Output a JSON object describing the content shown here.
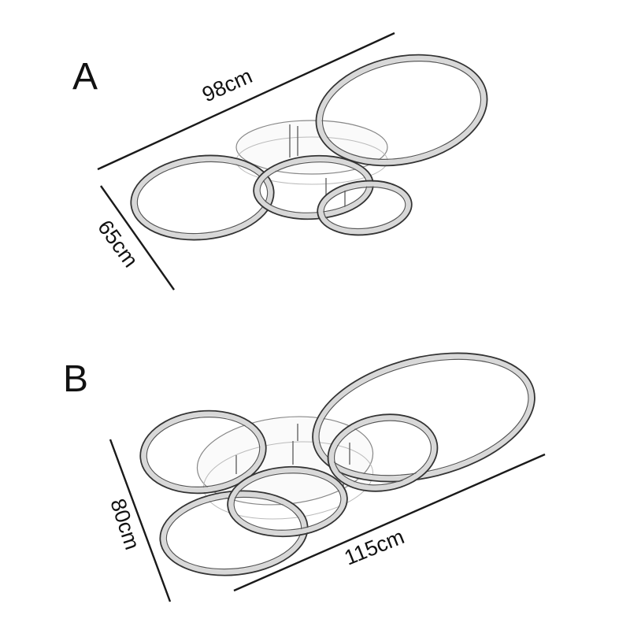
{
  "variants": [
    {
      "id": "a",
      "label": "A",
      "length_label": "98cm",
      "width_label": "65cm"
    },
    {
      "id": "b",
      "label": "B",
      "length_label": "115cm",
      "width_label": "80cm"
    }
  ],
  "colors": {
    "ink": "#1a1a1a",
    "sketch": "#333333",
    "background": "#ffffff"
  }
}
